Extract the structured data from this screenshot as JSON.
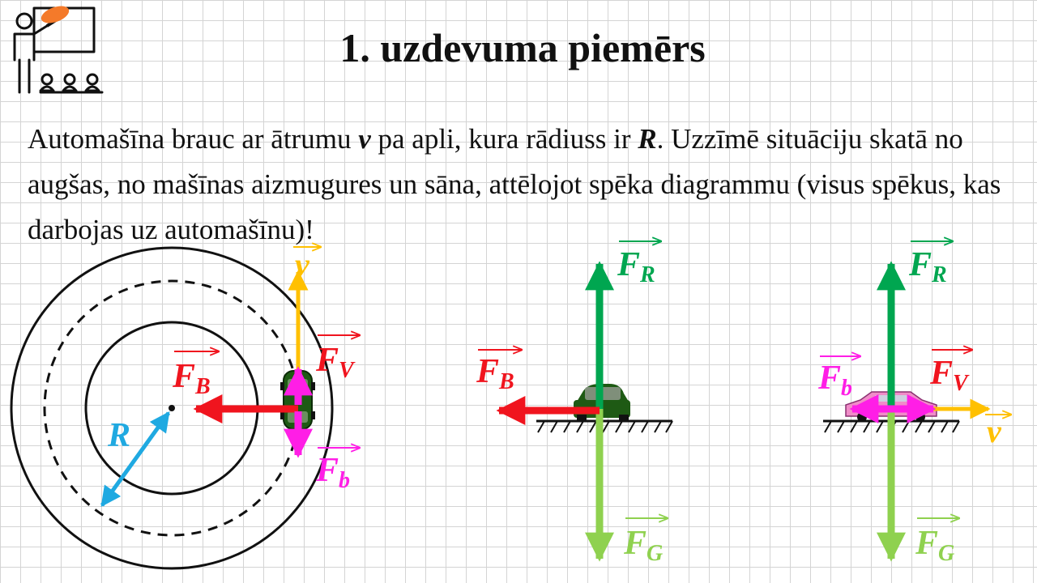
{
  "title": "1. uzdevuma piemērs",
  "task": {
    "part1": "Automašīna brauc ar ātrumu ",
    "v_symbol": "v",
    "part2": " pa apli, kura rādiuss ir ",
    "r_symbol": "R",
    "part3": ". Uzzīmē situāciju skatā no augšas, no mašīnas aizmugures un sāna, attēlojot spēka diagrammu (visus spēkus, kas darbojas uz automašīnu)!"
  },
  "labels": {
    "velocity": "v",
    "radius": "R",
    "force_symbol": "F",
    "sub_B": "B",
    "sub_V": "V",
    "sub_b": "b",
    "sub_R": "R",
    "sub_G": "G"
  },
  "colors": {
    "red": "#f0141e",
    "magenta": "#ff1ee6",
    "yellow": "#ffc000",
    "dark_green": "#00a650",
    "light_green": "#8fd14f",
    "blue": "#1fa9e1",
    "car_green": "#1e5a14",
    "car_pink": "#f08cc8"
  },
  "icons": [
    "teacher-board-icon"
  ]
}
